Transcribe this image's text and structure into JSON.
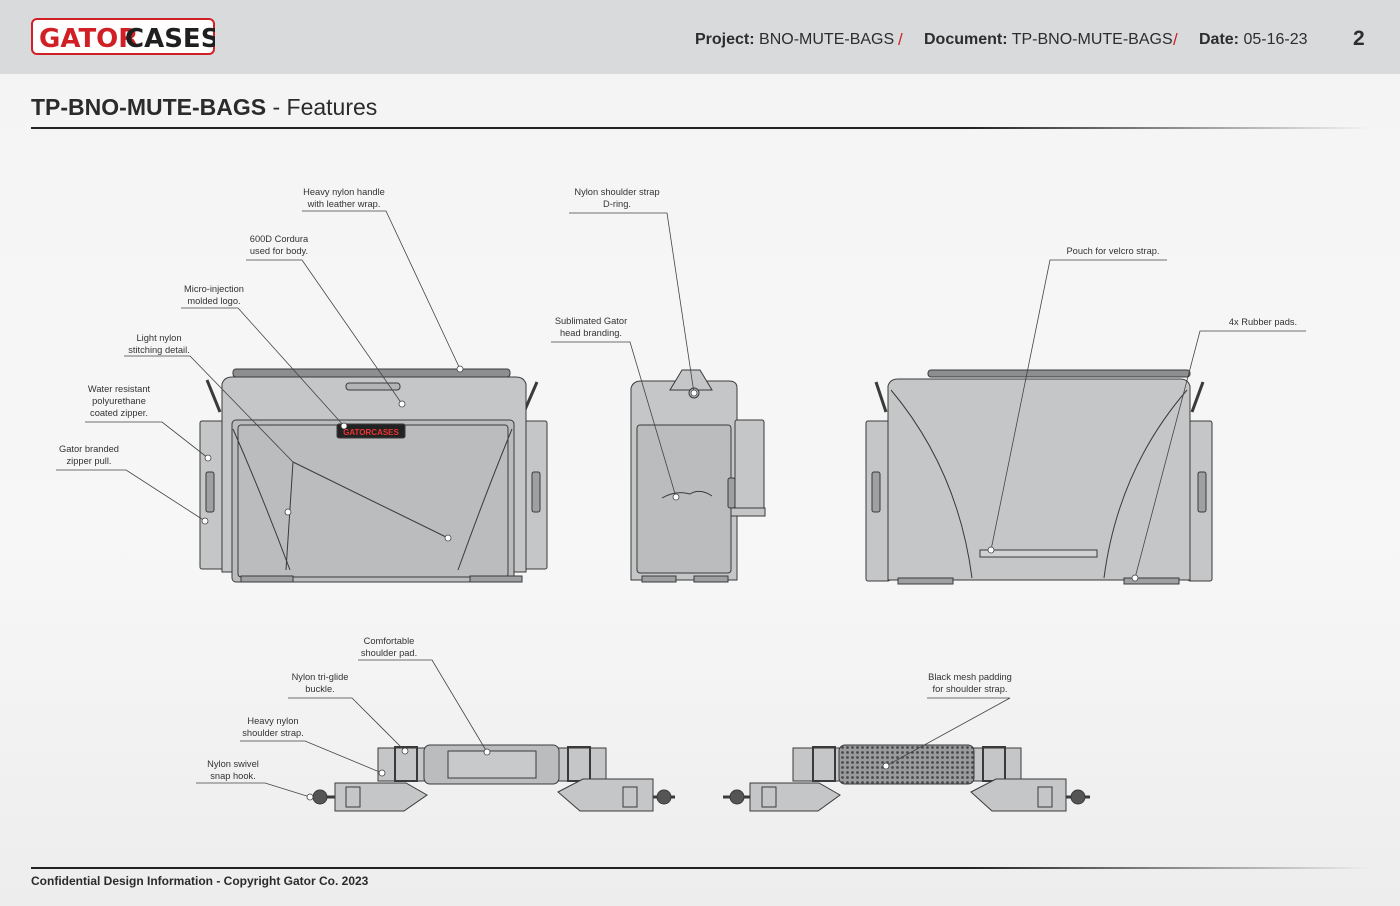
{
  "brand": {
    "logo_text_1": "GATOR",
    "logo_text_2": "CASES",
    "badge_text": "GATORCASES"
  },
  "header": {
    "project_label": "Project:",
    "project_value": "BNO-MUTE-BAGS",
    "document_label": "Document:",
    "document_value": "TP-BNO-MUTE-BAGS",
    "date_label": "Date:",
    "date_value": "05-16-23",
    "separator": "/",
    "page_number": "2"
  },
  "title": {
    "main": "TP-BNO-MUTE-BAGS",
    "suffix": " - Features"
  },
  "callouts": {
    "handle": "Heavy nylon handle\nwith leather wrap.",
    "cordura": "600D Cordura\nused for body.",
    "logo": "Micro-injection\nmolded logo.",
    "stitching": "Light nylon\nstitching detail.",
    "zipper": "Water resistant\npolyurethane\ncoated zipper.",
    "zipper_pull": "Gator branded\nzipper pull.",
    "dring": "Nylon shoulder strap\nD-ring.",
    "head_branding": "Sublimated Gator\nhead branding.",
    "pouch": "Pouch for velcro strap.",
    "rubber_pads": "4x Rubber pads.",
    "shoulder_pad": "Comfortable\nshoulder pad.",
    "triglide": "Nylon tri-glide\nbuckle.",
    "strap": "Heavy nylon\nshoulder strap.",
    "snap_hook": "Nylon swivel\nsnap hook.",
    "mesh": "Black mesh padding\nfor shoulder strap."
  },
  "footer": {
    "text": "Confidential Design Information - Copyright Gator Co. 2023"
  },
  "colors": {
    "header_bg": "#d9dadb",
    "accent_red": "#d11f26",
    "bag_fill": "#c5c6c8",
    "outline": "#3a3a3a"
  }
}
